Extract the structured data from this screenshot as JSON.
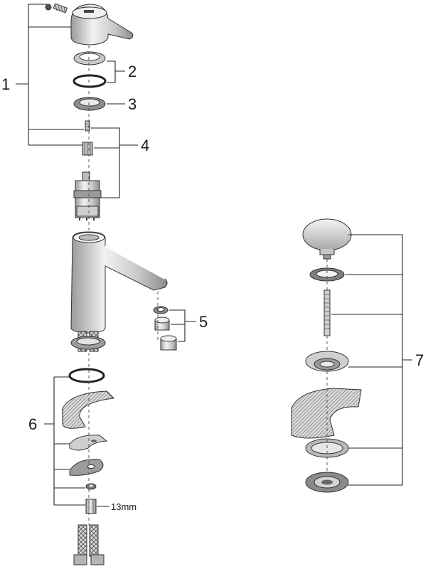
{
  "callouts": {
    "c1": "1",
    "c2": "2",
    "c3": "3",
    "c4": "4",
    "c5": "5",
    "c6": "6",
    "c7": "7"
  },
  "wrench_size": "13mm",
  "colors": {
    "metal_light": "#e6e6e6",
    "metal_mid": "#bdbdbd",
    "metal_dark": "#7a7a7a",
    "line": "#222222"
  }
}
